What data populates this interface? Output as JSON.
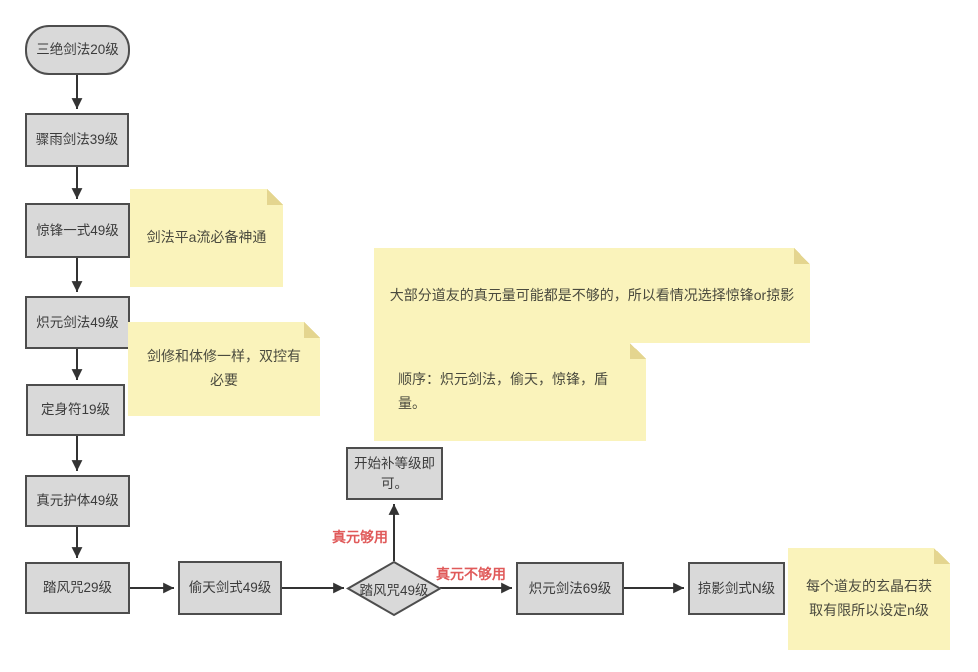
{
  "diagram": {
    "nodes": {
      "start": {
        "label": "三绝剑法20级",
        "shape": "rounded"
      },
      "zhouyu": {
        "label": "骤雨剑法39级",
        "shape": "rect"
      },
      "jingfeng": {
        "label": "惊锋一式49级",
        "shape": "rect"
      },
      "chiyuan49": {
        "label": "炽元剑法49级",
        "shape": "rect"
      },
      "dingshen": {
        "label": "定身符19级",
        "shape": "rect"
      },
      "zhenyuan": {
        "label": "真元护体49级",
        "shape": "rect"
      },
      "tafeng29": {
        "label": "踏风咒29级",
        "shape": "rect"
      },
      "toutian": {
        "label": "偷天剑式49级",
        "shape": "rect"
      },
      "tafeng49": {
        "label": "踏风咒49级",
        "shape": "diamond"
      },
      "buff": {
        "label": "开始补等级即可。",
        "shape": "rect"
      },
      "chiyuan69": {
        "label": "炽元剑法69级",
        "shape": "rect"
      },
      "lueying": {
        "label": "掠影剑式N级",
        "shape": "rect"
      }
    },
    "edge_labels": {
      "enough": "真元够用",
      "not_enough": "真元不够用"
    },
    "notes": {
      "note_jingfeng": "剑法平a流必备神通",
      "note_chiyuan": "剑修和体修一样，双控有必要",
      "note_zhenyuan_big": "大部分道友的真元量可能都是不够的，所以看情况选择惊锋or掠影",
      "note_order": "顺序：炽元剑法，偷天，惊锋，盾量。",
      "note_lueying": "每个道友的玄晶石获取有限所以设定n级"
    },
    "colors": {
      "node_fill": "#d9d9d9",
      "node_border": "#4d4d4d",
      "note_fill": "#faf3bb",
      "note_fold": "#e4d58f",
      "edge": "#333333",
      "edge_label_red": "#e05a5a",
      "text": "#3b3b3b",
      "canvas_bg": "#ffffff"
    }
  }
}
